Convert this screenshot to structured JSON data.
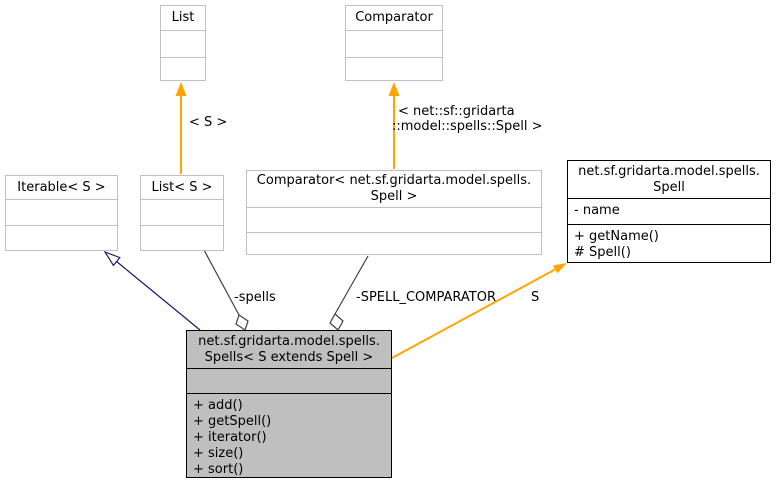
{
  "colors": {
    "canvas_bg": "#ffffff",
    "template_edge": "#ffa500",
    "inheritance_edge": "#191970",
    "member_edge": "#404040",
    "plain_node_border": "#c0c0c0",
    "dark_node_border": "#000000",
    "main_node_fill": "#bfbfbf"
  },
  "nodes": {
    "list": {
      "title": "List"
    },
    "comparator": {
      "title": "Comparator"
    },
    "iterable": {
      "title": "Iterable< S >"
    },
    "list_s": {
      "title": "List< S >"
    },
    "comparator_spell": {
      "title_lines": [
        "Comparator< net.sf.gridarta.model.spells.",
        "Spell >"
      ]
    },
    "spell": {
      "title_lines": [
        "net.sf.gridarta.model.spells.",
        "Spell"
      ],
      "attributes": [
        "- name"
      ],
      "methods": [
        "+ getName()",
        "# Spell()"
      ]
    },
    "spells": {
      "title_lines": [
        "net.sf.gridarta.model.spells.",
        "Spells< S extends Spell >"
      ],
      "attributes": [],
      "methods": [
        "+ add()",
        "+ getSpell()",
        "+ iterator()",
        "+ size()",
        "+ sort()"
      ]
    }
  },
  "edges": {
    "list_template": {
      "label": "< S >"
    },
    "comparator_template": {
      "label_lines": [
        "< net::sf::gridarta",
        "::model::spells::Spell >"
      ]
    },
    "spells_member": {
      "label": "-spells"
    },
    "spell_comparator_member": {
      "label": "-SPELL_COMPARATOR"
    },
    "spell_template": {
      "label": "S"
    }
  }
}
